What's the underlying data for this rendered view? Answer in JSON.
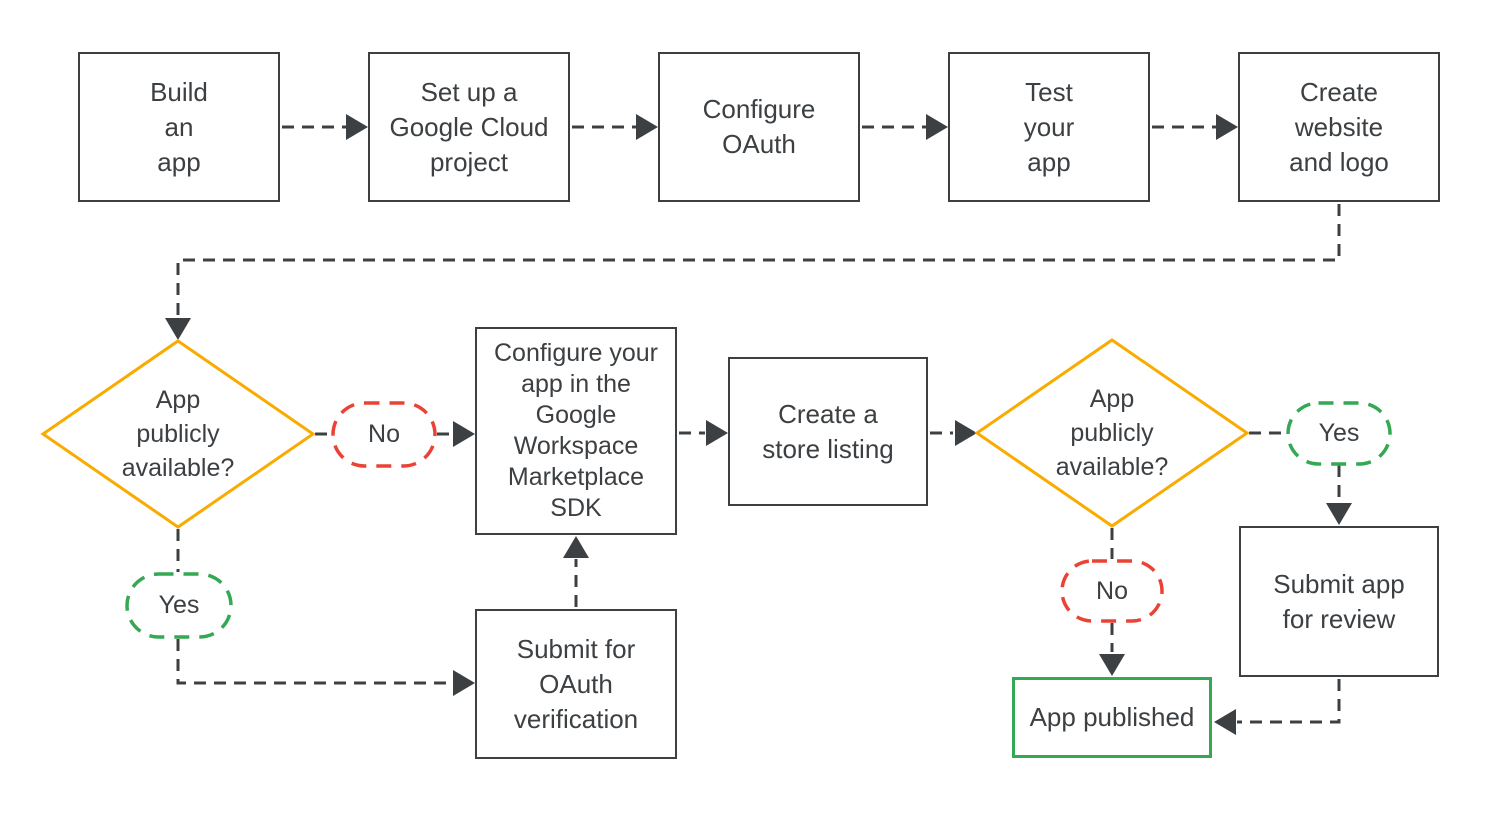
{
  "flowchart": {
    "steps": {
      "build_app": "Build\nan\napp",
      "setup_project": "Set up a\nGoogle Cloud\nproject",
      "configure_oauth": "Configure\nOAuth",
      "test_app": "Test\nyour\napp",
      "create_website": "Create\nwebsite\nand logo",
      "configure_sdk": "Configure your\napp in the\nGoogle\nWorkspace\nMarketplace\nSDK",
      "create_store_listing": "Create a\nstore listing",
      "submit_oauth_verification": "Submit for\nOAuth\nverification",
      "submit_app_review": "Submit app\nfor review",
      "app_published": "App published"
    },
    "decisions": {
      "first": "App\npublicly\navailable?",
      "second": "App\npublicly\navailable?"
    },
    "branch_labels": {
      "no1": "No",
      "yes1": "Yes",
      "yes2": "Yes",
      "no2": "No"
    },
    "colors": {
      "line": "#3C4043",
      "text": "#3C4043",
      "decision_outline": "#F9AB00",
      "yes_outline": "#34A853",
      "no_outline": "#EA4335",
      "published_outline": "#34A853",
      "background": "#FFFFFF"
    }
  }
}
